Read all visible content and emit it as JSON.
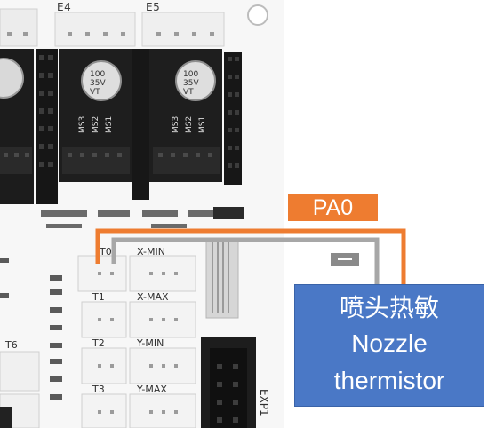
{
  "labels": {
    "driver_slots": [
      "E4",
      "E5"
    ],
    "driver_pins": [
      "MS3",
      "MS2",
      "MS1"
    ],
    "capacitor_marking": [
      "100",
      "35V",
      "VT"
    ],
    "connector_rows": [
      {
        "thermistor": "T0",
        "endstop": "X-MIN"
      },
      {
        "thermistor": "T1",
        "endstop": "X-MAX"
      },
      {
        "thermistor": "T2",
        "endstop": "Y-MIN"
      },
      {
        "thermistor": "T3",
        "endstop": "Y-MAX"
      }
    ],
    "left_connector": "T6",
    "expansion_header": "EXP1"
  },
  "callouts": {
    "pin": "PA0",
    "sensor_cn": "喷头热敏",
    "sensor_en_line1": "Nozzle",
    "sensor_en_line2": "thermistor"
  },
  "colors": {
    "board": "#f7f7f7",
    "pin_callout": "#ee7c30",
    "sensor_callout": "#4a78c6",
    "wire_gray": "#a7a7a7"
  }
}
